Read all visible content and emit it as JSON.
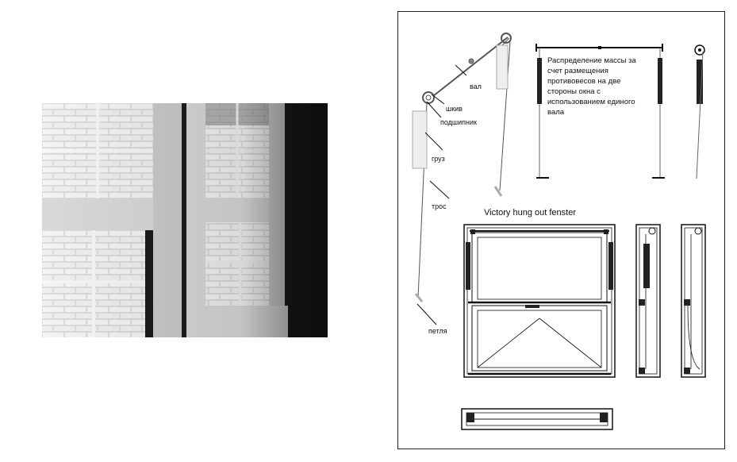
{
  "photo": {
    "subject_icon": "window-photo"
  },
  "diagram": {
    "labels": {
      "shaft": "вал",
      "pulley": "шкив",
      "bearing": "подшипник",
      "weight": "груз",
      "cable": "трос",
      "loop": "петля"
    },
    "note_lines": [
      "Распределение массы за",
      "счет размещения",
      "противовесов на две",
      "стороны окна с",
      "использованием единого",
      "вала"
    ],
    "title": "Victory hung out fenster"
  },
  "colors": {
    "ink": "#111111",
    "counterweight": "#222222",
    "weight_fill": "#eeeeee"
  }
}
